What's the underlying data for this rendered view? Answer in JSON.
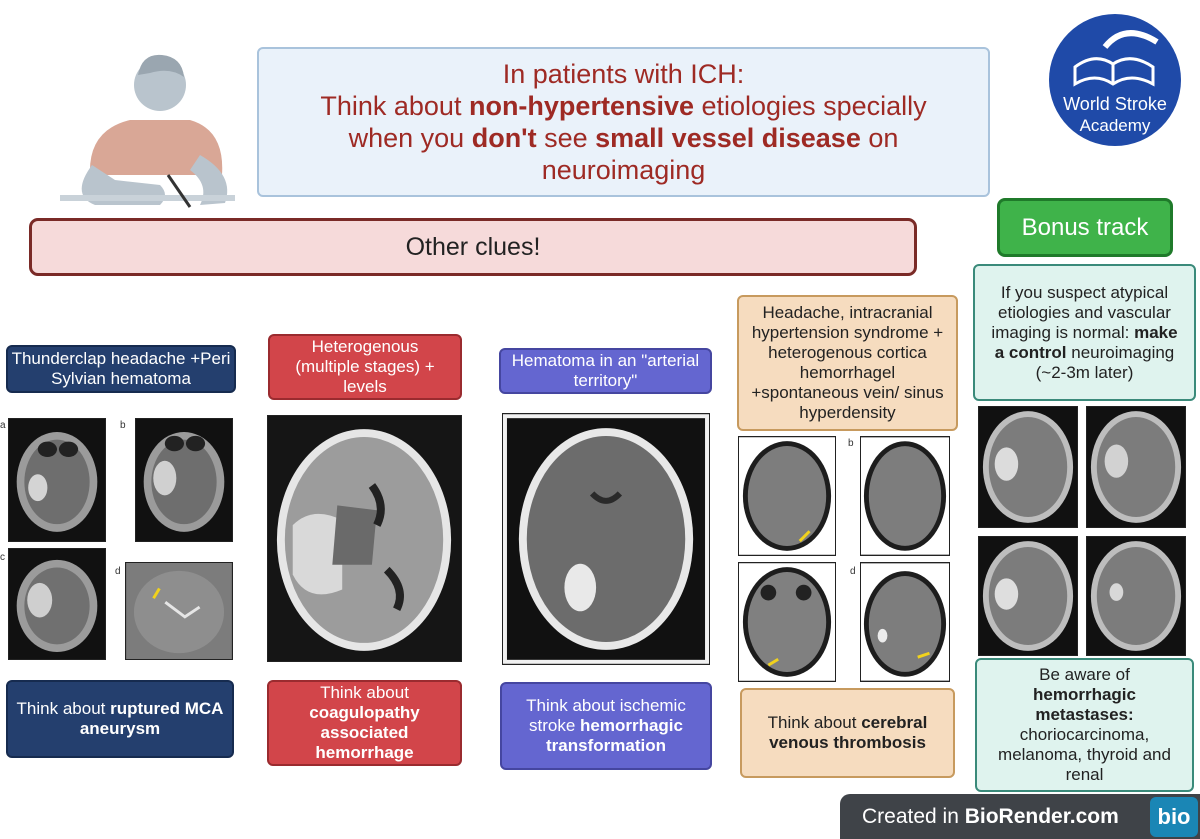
{
  "header": {
    "line1": "In patients with ICH:",
    "line2_pre": "Think about ",
    "line2_bold": "non-hypertensive",
    "line2_post": " etiologies specially",
    "line3_pre": "when you ",
    "line3_bold1": "don't",
    "line3_mid": " see ",
    "line3_bold2": "small vessel disease",
    "line3_post": " on",
    "line4": "neuroimaging"
  },
  "logo": {
    "line1": "World Stroke",
    "line2": "Academy"
  },
  "clues_label": "Other clues!",
  "bonus_label": "Bonus track",
  "bonus_desc": {
    "pre": "If you suspect atypical etiologies and vascular imaging is normal: ",
    "bold": "make a control",
    "post": " neuroimaging (~2-3m later)"
  },
  "col1": {
    "clue": "Thunderclap headache +Peri Sylvian hematoma",
    "think_pre": "Think about ",
    "think_bold": "ruptured MCA aneurysm",
    "panels": [
      "a",
      "b",
      "c",
      "d"
    ]
  },
  "col2": {
    "clue": "Heterogenous (multiple stages) + levels",
    "think_pre": "Think about ",
    "think_bold": "coagulopathy associated hemorrhage"
  },
  "col3": {
    "clue": "Hematoma in an \"arterial territory\"",
    "think_pre": "Think about ischemic stroke ",
    "think_bold": "hemorrhagic transformation"
  },
  "col4": {
    "clue": "Headache, intracranial hypertension syndrome + heterogenous cortica hemorrhagel +spontaneous vein/ sinus hyperdensity",
    "think_pre": "Think about ",
    "think_bold": "cerebral venous thrombosis",
    "panels": [
      "b",
      "d"
    ]
  },
  "col5": {
    "aware_pre": "Be aware of ",
    "aware_bold": "hemorrhagic metastases:",
    "aware_post": " choriocarcinoma, melanoma, thyroid and renal"
  },
  "footer": {
    "pre": "Created in ",
    "bold": "BioRender.com",
    "badge": "bio"
  },
  "colors": {
    "title_text": "#9e2a24",
    "navy": "#243f6e",
    "red": "#d2454a",
    "purple": "#6466d0",
    "tan": "#f6dcbf",
    "mint": "#dff3ee",
    "green": "#3fb34a",
    "logo_blue": "#1f4aa8"
  },
  "icons": [
    "person-writing-illustration",
    "book-logo-icon",
    "yellow-arrow-icon"
  ]
}
